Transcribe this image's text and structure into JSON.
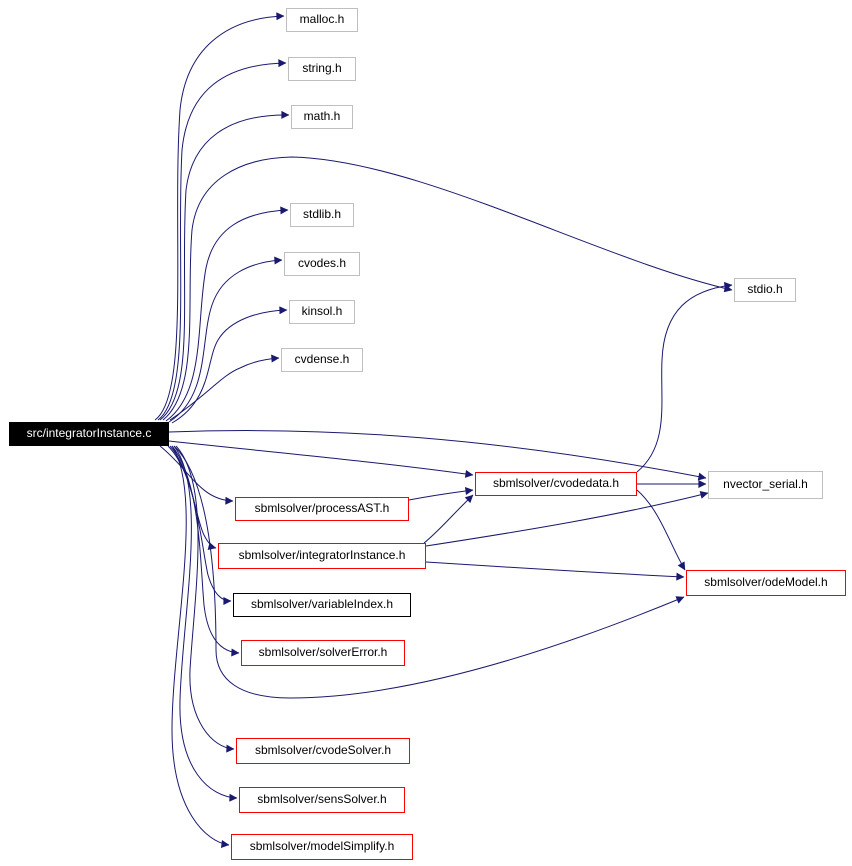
{
  "diagram": {
    "root": {
      "label": "src/integratorInstance.c"
    },
    "nodes": {
      "malloc": {
        "label": "malloc.h"
      },
      "string": {
        "label": "string.h"
      },
      "math": {
        "label": "math.h"
      },
      "stdlib": {
        "label": "stdlib.h"
      },
      "cvodes": {
        "label": "cvodes.h"
      },
      "kinsol": {
        "label": "kinsol.h"
      },
      "cvdense": {
        "label": "cvdense.h"
      },
      "stdio": {
        "label": "stdio.h"
      },
      "cvodedata": {
        "label": "sbmlsolver/cvodedata.h"
      },
      "nvector": {
        "label": "nvector_serial.h"
      },
      "processAST": {
        "label": "sbmlsolver/processAST.h"
      },
      "integratorH": {
        "label": "sbmlsolver/integratorInstance.h"
      },
      "odeModel": {
        "label": "sbmlsolver/odeModel.h"
      },
      "variableIndex": {
        "label": "sbmlsolver/variableIndex.h"
      },
      "solverError": {
        "label": "sbmlsolver/solverError.h"
      },
      "cvodeSolver": {
        "label": "sbmlsolver/cvodeSolver.h"
      },
      "sensSolver": {
        "label": "sbmlsolver/sensSolver.h"
      },
      "modelSimplify": {
        "label": "sbmlsolver/modelSimplify.h"
      }
    },
    "edges": [
      {
        "from": "root",
        "to": "malloc"
      },
      {
        "from": "root",
        "to": "string"
      },
      {
        "from": "root",
        "to": "math"
      },
      {
        "from": "root",
        "to": "stdio"
      },
      {
        "from": "root",
        "to": "stdlib"
      },
      {
        "from": "root",
        "to": "cvodes"
      },
      {
        "from": "root",
        "to": "kinsol"
      },
      {
        "from": "root",
        "to": "cvdense"
      },
      {
        "from": "root",
        "to": "nvector"
      },
      {
        "from": "root",
        "to": "cvodedata"
      },
      {
        "from": "root",
        "to": "processAST"
      },
      {
        "from": "root",
        "to": "integratorH"
      },
      {
        "from": "root",
        "to": "variableIndex"
      },
      {
        "from": "root",
        "to": "solverError"
      },
      {
        "from": "root",
        "to": "odeModel"
      },
      {
        "from": "root",
        "to": "cvodeSolver"
      },
      {
        "from": "root",
        "to": "sensSolver"
      },
      {
        "from": "root",
        "to": "modelSimplify"
      },
      {
        "from": "processAST",
        "to": "cvodedata"
      },
      {
        "from": "integratorH",
        "to": "cvodedata"
      },
      {
        "from": "integratorH",
        "to": "nvector"
      },
      {
        "from": "integratorH",
        "to": "odeModel"
      },
      {
        "from": "cvodedata",
        "to": "stdio"
      },
      {
        "from": "cvodedata",
        "to": "nvector"
      },
      {
        "from": "cvodedata",
        "to": "odeModel"
      }
    ],
    "colors": {
      "edge": "#191970",
      "system_border": "#bfbfbf",
      "incomplete_border": "#ff0000",
      "documented_border": "#000000",
      "root_fill": "#000000",
      "root_text": "#ffffff"
    }
  }
}
